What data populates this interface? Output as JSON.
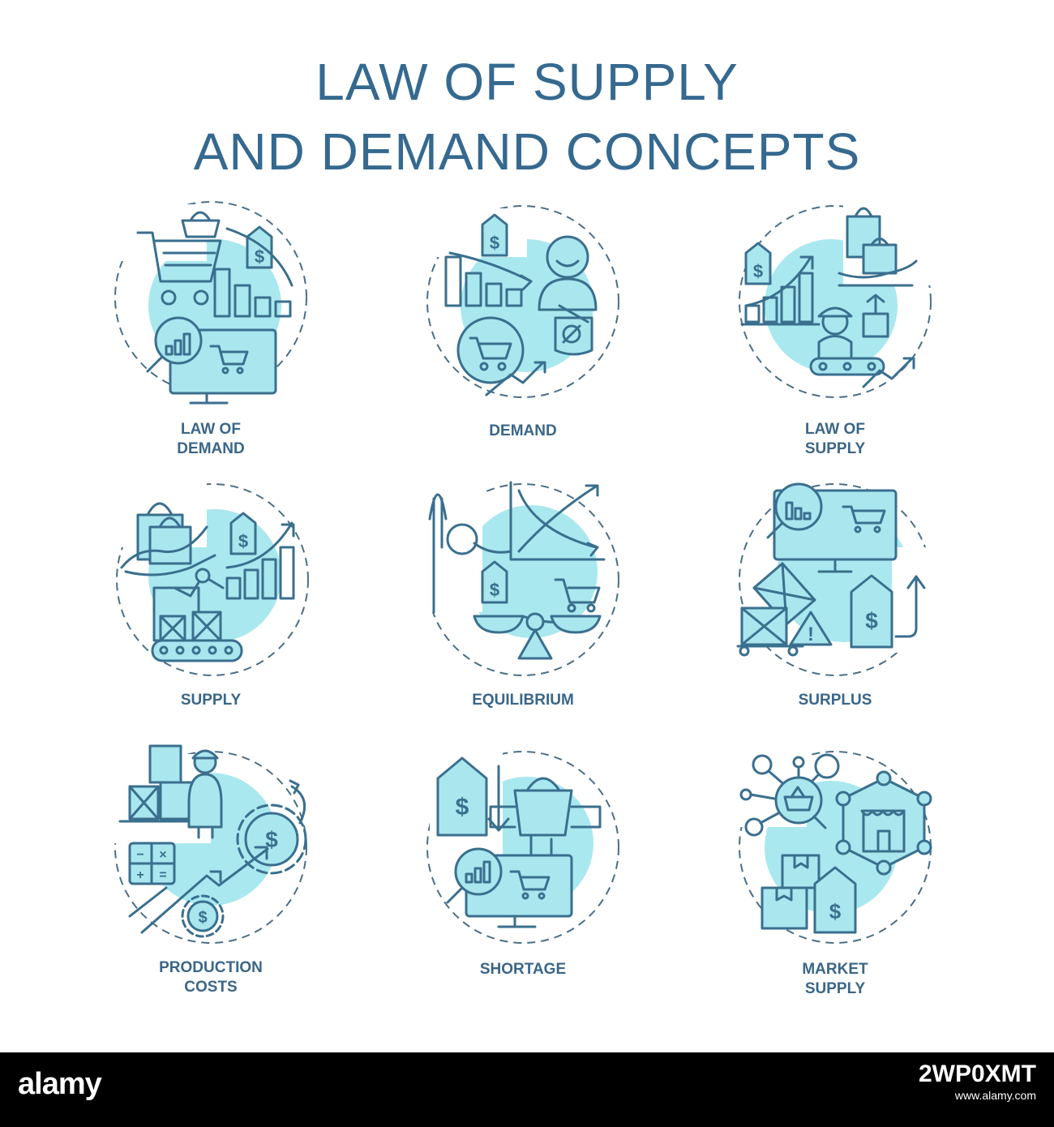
{
  "title": {
    "line1": "LAW OF SUPPLY",
    "line2": "AND DEMAND CONCEPTS"
  },
  "concepts": [
    {
      "line1": "LAW OF",
      "line2": "DEMAND",
      "icon": "cart-price-chart-monitor-icon"
    },
    {
      "line1": "DEMAND",
      "line2": "",
      "icon": "person-shopping-demand-icon"
    },
    {
      "line1": "LAW OF",
      "line2": "SUPPLY",
      "icon": "rising-chart-worker-icon"
    },
    {
      "line1": "SUPPLY",
      "line2": "",
      "icon": "conveyor-robot-arm-icon"
    },
    {
      "line1": "EQUILIBRIUM",
      "line2": "",
      "icon": "balance-scale-curves-icon"
    },
    {
      "line1": "SURPLUS",
      "line2": "",
      "icon": "boxes-warning-monitor-icon"
    },
    {
      "line1": "PRODUCTION",
      "line2": "COSTS",
      "icon": "worker-gear-calculator-icon"
    },
    {
      "line1": "SHORTAGE",
      "line2": "",
      "icon": "price-down-handshake-icon"
    },
    {
      "line1": "MARKET",
      "line2": "SUPPLY",
      "icon": "network-store-boxes-icon"
    }
  ],
  "symbols": {
    "currency": "$",
    "warning": "!",
    "calc_minus": "−",
    "calc_times": "×",
    "calc_plus": "+",
    "calc_equals": "="
  },
  "footer": {
    "logo": "alamy",
    "image_id": "2WP0XMT",
    "site": "www.alamy.com"
  },
  "colors": {
    "title": "#35698f",
    "stroke": "#3a6f8e",
    "accent": "#a9e8ef",
    "footer_bg": "#000000"
  }
}
